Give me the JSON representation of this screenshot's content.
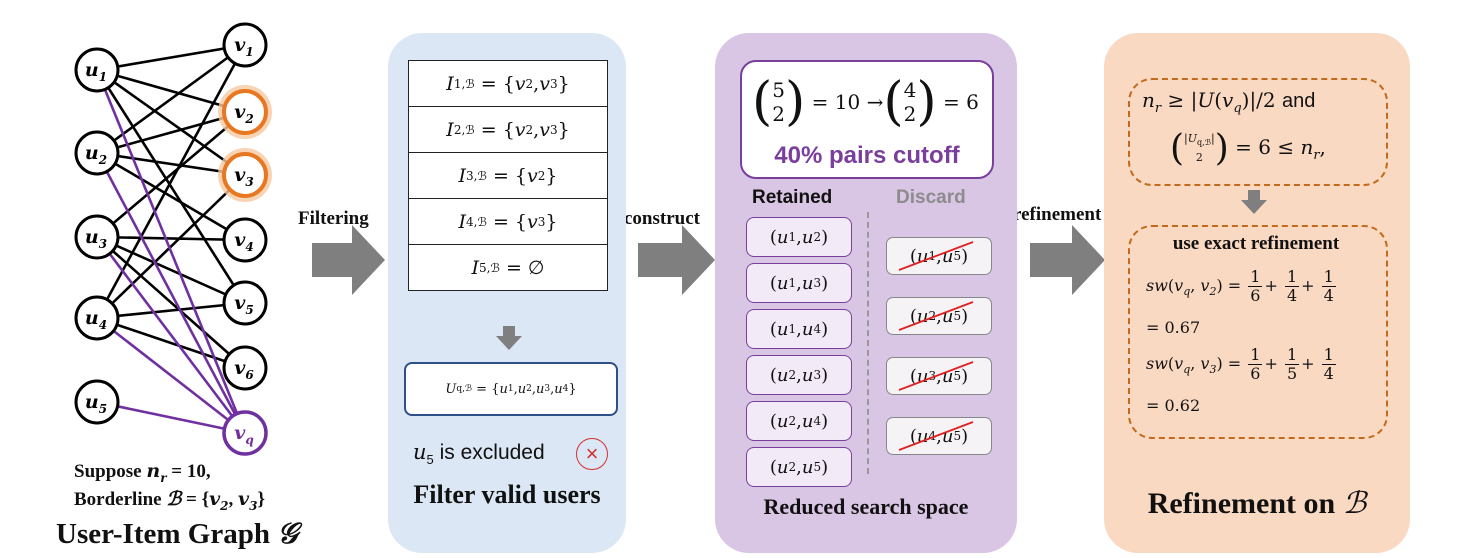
{
  "graph": {
    "users": [
      "u1",
      "u2",
      "u3",
      "u4",
      "u5"
    ],
    "items": [
      "v1",
      "v2",
      "v3",
      "v4",
      "v5",
      "v6",
      "vq"
    ],
    "highlighted_items": [
      "v2",
      "v3"
    ],
    "caption_line1": "Suppose n_r = 10,",
    "caption_line2": "Borderline ℬ = {v2, v3}",
    "title": "User-Item Graph 𝒢",
    "colors": {
      "edge": "#000000",
      "query_edge": "#7030a0",
      "highlight": "#e87722"
    }
  },
  "arrows": {
    "filtering": "Filtering",
    "construct": "construct",
    "refinement": "refinement"
  },
  "filter_panel": {
    "rows": [
      "I1,ℬ = {v2, v3}",
      "I2,ℬ = {v2, v3}",
      "I3,ℬ = {v2}",
      "I4,ℬ = {v3}",
      "I5,ℬ = ∅"
    ],
    "valid_users": "Uq,ℬ = {u1, u2, u3, u4}",
    "excluded_note": "u5 is excluded",
    "excluded_icon": "x-circle-icon",
    "title": "Filter valid users",
    "color": "#dbe7f4"
  },
  "reduce_panel": {
    "binom_text": "(5 choose 2) = 10 → (4 choose 2) = 6",
    "cutoff": "40% pairs cutoff",
    "retained_label": "Retained",
    "discard_label": "Discard",
    "retained": [
      "(u1, u2)",
      "(u1, u3)",
      "(u1, u4)",
      "(u2, u3)",
      "(u2, u4)",
      "(u2, u5)"
    ],
    "discarded": [
      "(u1, u5)",
      "(u2, u5)",
      "(u3, u5)",
      "(u4, u5)"
    ],
    "title": "Reduced search space",
    "color": "#d9c5e4",
    "accent": "#7a3e9d"
  },
  "refine_panel": {
    "condition_line1": "n_r ≥ |U(v_q)|/2 and",
    "condition_line2": "(|Uq,ℬ| choose 2) = 6 ≤ n_r,",
    "exact_label": "use exact refinement",
    "sw1": "sw(vq, v2) = 1/6 + 1/4 + 1/4",
    "sw1_value": "= 0.67",
    "sw2": "sw(vq, v3) = 1/6 + 1/5 + 1/4",
    "sw2_value": "= 0.62",
    "title": "Refinement on ℬ",
    "color": "#fad9c3",
    "accent": "#c46a1c"
  }
}
